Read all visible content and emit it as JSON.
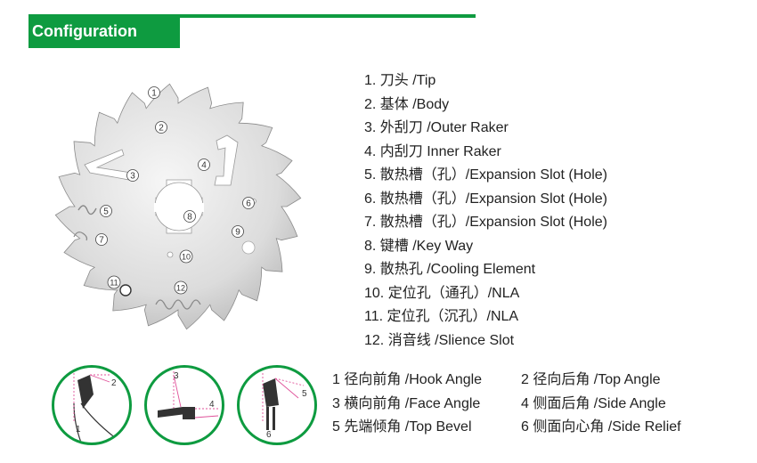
{
  "header": {
    "title": "Configuration"
  },
  "diagram_numbers": [
    "1",
    "2",
    "3",
    "4",
    "5",
    "6",
    "7",
    "8",
    "9",
    "10",
    "11",
    "12"
  ],
  "parts": [
    "1. 刀头 /Tip",
    "2. 基体 /Body",
    "3. 外刮刀 /Outer Raker",
    "4. 内刮刀 Inner Raker",
    "5. 散热槽（孔）/Expansion Slot (Hole)",
    "6. 散热槽（孔）/Expansion Slot (Hole)",
    "7. 散热槽（孔）/Expansion Slot (Hole)",
    "8. 键槽 /Key Way",
    "9. 散热孔 /Cooling Element",
    "10. 定位孔（通孔）/NLA",
    "11. 定位孔（沉孔）/NLA",
    "12. 消音线 /Slience Slot"
  ],
  "angle_icons": [
    {
      "labels": [
        "1",
        "2"
      ]
    },
    {
      "labels": [
        "3",
        "4"
      ]
    },
    {
      "labels": [
        "5",
        "6"
      ]
    }
  ],
  "angles": [
    "1 径向前角 /Hook Angle",
    "2 径向后角 /Top Angle",
    "3 横向前角 /Face Angle",
    "4 侧面后角 /Side Angle",
    "5 先端倾角 /Top Bevel",
    "6 侧面向心角 /Side Relief"
  ],
  "colors": {
    "accent": "#0e9b40",
    "blade": "#e2e2e2",
    "marker": "#e0529a"
  }
}
